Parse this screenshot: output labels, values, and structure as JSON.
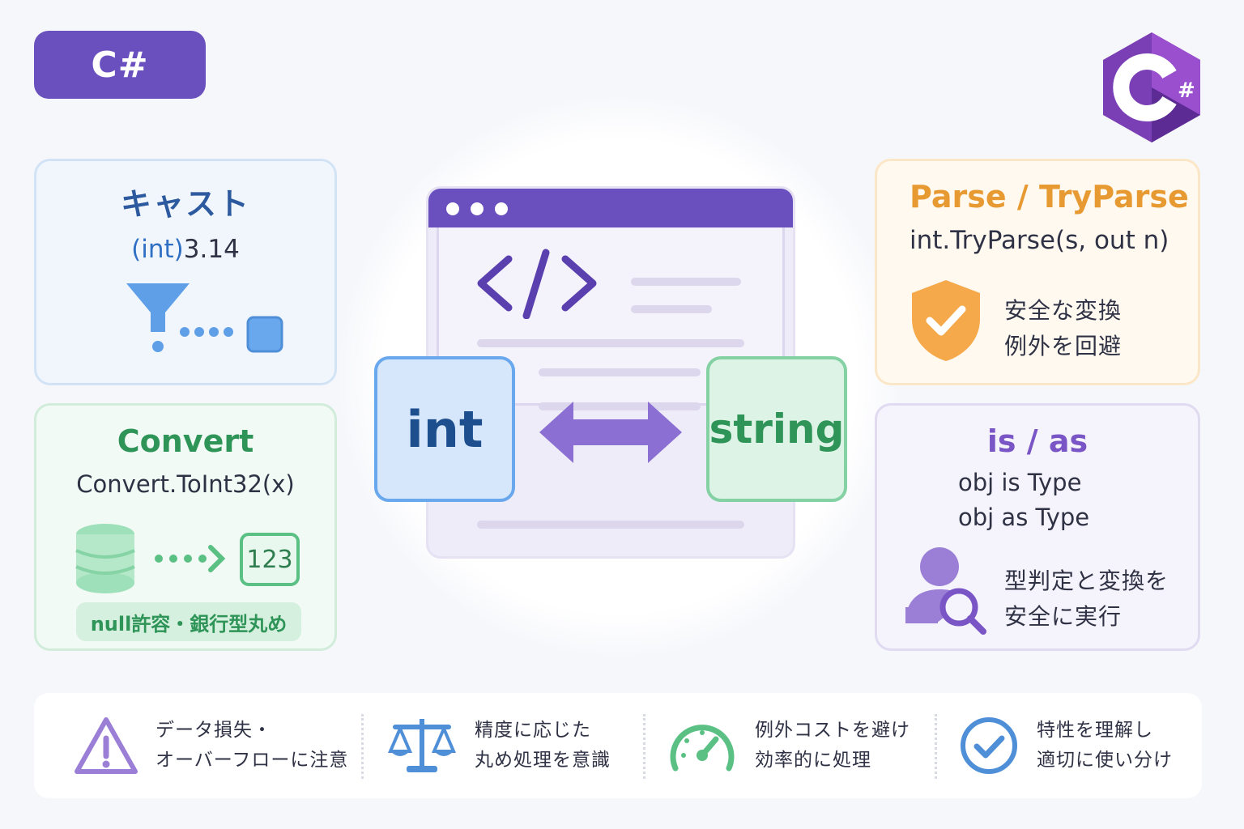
{
  "header": {
    "badge_label": "C#",
    "logo_icon": "csharp-logo-icon"
  },
  "cards": {
    "cast": {
      "title": "キャスト",
      "code_kw": "(int)",
      "code_rest": "3.14"
    },
    "convert": {
      "title": "Convert",
      "code": "Convert.ToInt32(x)",
      "number": "123",
      "note": "null許容・銀行型丸め"
    },
    "parse": {
      "title": "Parse / TryParse",
      "code": "int.TryParse(s, out n)",
      "line1": "安全な変換",
      "line2": "例外を回避"
    },
    "isas": {
      "title": "is / as",
      "code1": "obj is Type",
      "code2": "obj as Type",
      "line1": "型判定と変換を",
      "line2": "安全に実行"
    }
  },
  "center": {
    "left_type": "int",
    "right_type": "string",
    "code_glyph": "</>"
  },
  "tips": [
    {
      "icon": "warning-icon",
      "line1": "データ損失・",
      "line2": "オーバーフローに注意"
    },
    {
      "icon": "scale-icon",
      "line1": "精度に応じた",
      "line2": "丸め処理を意識"
    },
    {
      "icon": "gauge-icon",
      "line1": "例外コストを避け",
      "line2": "効率的に処理"
    },
    {
      "icon": "check-circle-icon",
      "line1": "特性を理解し",
      "line2": "適切に使い分け"
    }
  ],
  "colors": {
    "brand_purple": "#6a4fbf",
    "cast_blue": "#2d5a9f",
    "convert_green": "#2f9457",
    "parse_orange": "#e89a32",
    "isas_purple": "#7a55c6"
  }
}
